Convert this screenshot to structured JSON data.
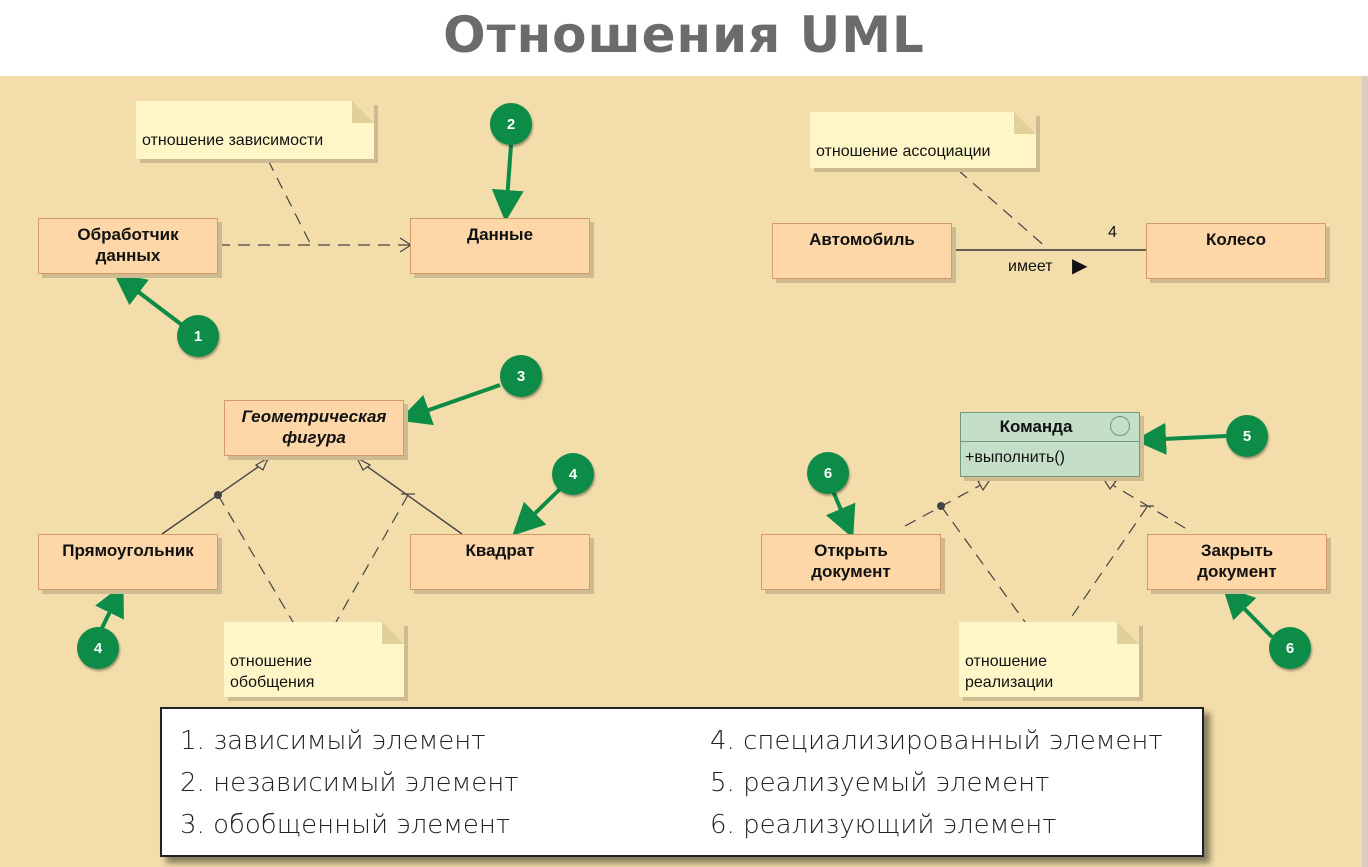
{
  "title": "Отношения UML",
  "dependency": {
    "note": "отношение зависимости",
    "client": "Обработчик данных",
    "supplier": "Данные"
  },
  "association": {
    "note": "отношение ассоциации",
    "source": "Автомобиль",
    "target": "Колесо",
    "multiplicity": "4",
    "role": "имеет",
    "direction_glyph": "▶"
  },
  "generalization": {
    "parent": "Геометрическая фигура",
    "child_left": "Прямоугольник",
    "child_right": "Квадрат",
    "note": "отношение обобщения"
  },
  "realization": {
    "interface_name": "Команда",
    "interface_operation": "+выполнить()",
    "impl_left": "Открыть документ",
    "impl_right": "Закрыть документ",
    "note": "отношение реализации"
  },
  "badges": {
    "b1": "1",
    "b2": "2",
    "b3": "3",
    "b4a": "4",
    "b4b": "4",
    "b5": "5",
    "b6a": "6",
    "b6b": "6"
  },
  "legend": [
    "1. зависимый элемент",
    "2. независимый элемент",
    "3. обобщенный элемент",
    "4. специализированный элемент",
    "5. реализуемый элемент",
    "6. реализующий элемент"
  ],
  "colors": {
    "background": "#f2ddab",
    "class_fill": "#fdd7a8",
    "note_fill": "#fff6c8",
    "interface_fill": "#c4dec8",
    "badge": "#0c8c46",
    "title": "#6b6b6b"
  }
}
